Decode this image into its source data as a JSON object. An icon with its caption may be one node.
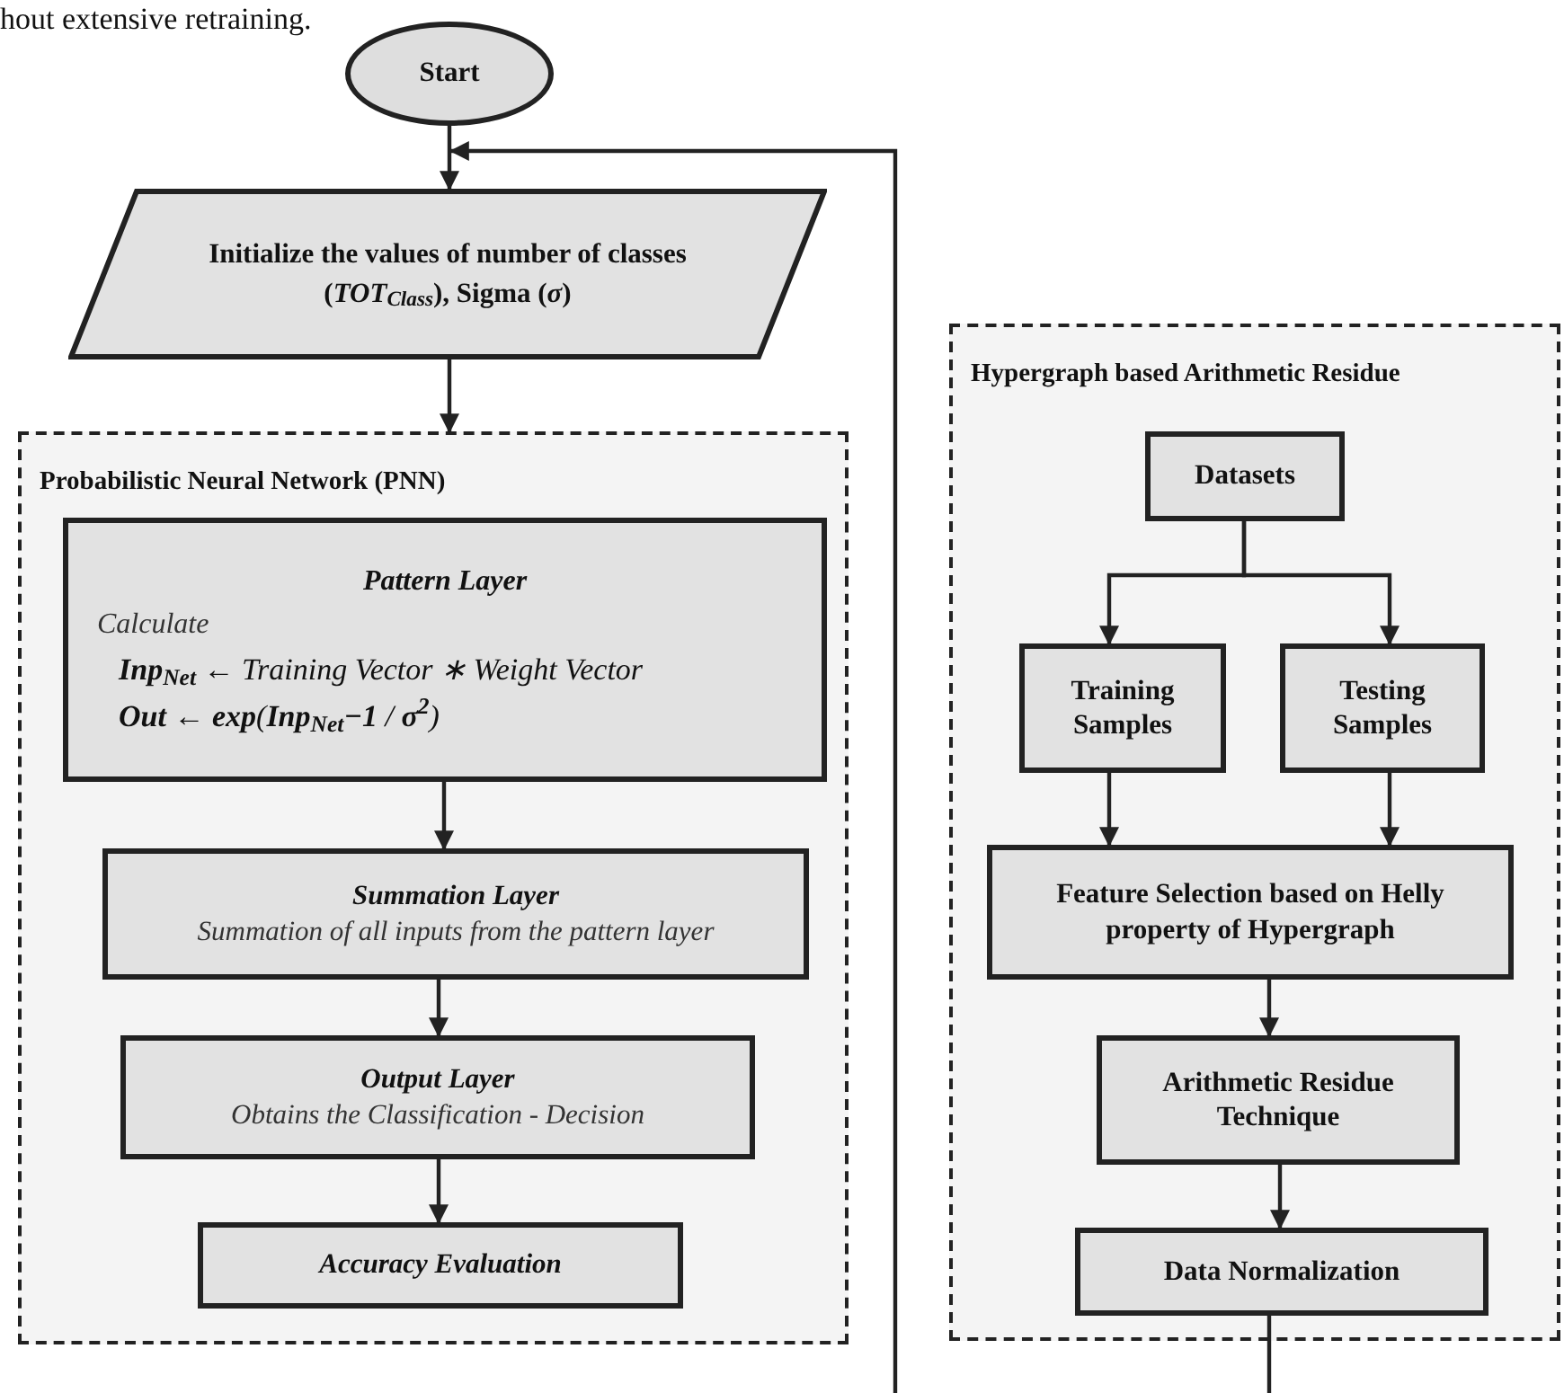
{
  "diagram": {
    "nodes": [
      {
        "text": [
          "Start"
        ]
      },
      {
        "text": [
          "Initialize the values of number of classes (*TOT$_{Class}$*), Sigma (*σ*)"
        ]
      },
      {
        "text": [
          "Probabilistic Neural Network (PNN)"
        ]
      },
      {
        "text": [
          "Pattern Layer",
          "Calculate",
          "**Inp$_{Net}$** ← *Training Vector ∗ Weight Vector*",
          "**Out** ← **exp**(**Inp$_{Net}$−1** / **σ$^{2}$**)"
        ],
        "in": 2
      },
      {
        "text": [
          "Summation Layer",
          "Summation of all inputs from the pattern layer"
        ],
        "in": 2
      },
      {
        "text": [
          "Output Layer",
          "Obtains the Classification - Decision"
        ],
        "in": 2
      },
      {
        "text": [
          "Accuracy Evaluation"
        ],
        "in": 2
      },
      {
        "text": [
          "Hypergraph based Arithmetic Residue"
        ]
      },
      {
        "text": [
          "Datasets"
        ],
        "in": 7
      },
      {
        "text": [
          "Training Samples"
        ],
        "in": 7
      },
      {
        "text": [
          "Testing Samples"
        ],
        "in": 7
      },
      {
        "text": [
          "Feature Selection based on Helly property of Hypergraph"
        ],
        "in": 7
      },
      {
        "text": [
          "Arithmetic Residue Technique"
        ],
        "in": 7
      },
      {
        "text": [
          "Data Normalization"
        ],
        "in": 7
      }
    ],
    "edges": [
      {
        "from": 0,
        "to": 1,
        "arrow": "to"
      },
      {
        "from": 1,
        "to": 2,
        "arrow": "to"
      },
      {
        "from": 3,
        "to": 4,
        "arrow": "to"
      },
      {
        "from": 4,
        "to": 5,
        "arrow": "to"
      },
      {
        "from": 5,
        "to": 6,
        "arrow": "to"
      },
      {
        "from": 8,
        "to": 9,
        "arrow": "to"
      },
      {
        "from": 8,
        "to": 10,
        "arrow": "to"
      },
      {
        "from": 9,
        "to": 11,
        "arrow": "to"
      },
      {
        "from": 10,
        "to": 11,
        "arrow": "to"
      },
      {
        "from": 11,
        "to": 12,
        "arrow": "to"
      },
      {
        "from": 12,
        "to": 13,
        "arrow": "to"
      },
      {
        "from": 13,
        "to": null,
        "arrow": "none"
      },
      {
        "from": null,
        "to": 1,
        "arrow": "to"
      }
    ],
    "labels": [
      "hout extensive retraining."
    ]
  }
}
